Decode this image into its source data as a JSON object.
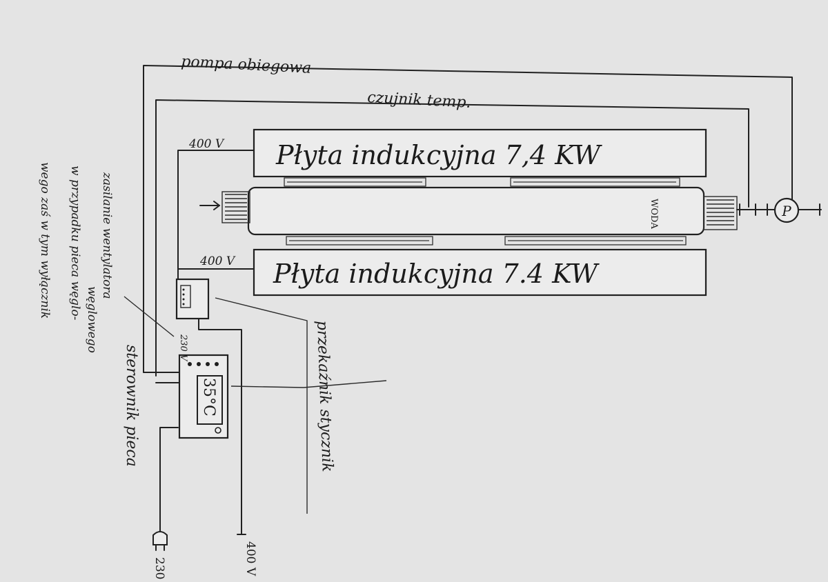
{
  "labels": {
    "pump_line": "pompa obiegowa",
    "temp_sensor": "czujnik temp.",
    "plate_top": "Płyta indukcyjna 7,4 KW",
    "plate_bottom": "Płyta indukcyjna 7.4 KW",
    "water": "WODA",
    "pump_symbol": "P",
    "voltage_top": "400 V",
    "voltage_bottom": "400 V",
    "display": "35°C",
    "controller_input": "230 V",
    "controller": "sterownik pieca",
    "relay": "przekaźnik stycznik",
    "plug": "230",
    "supply_400": "400 V",
    "note_line1": "zasilanie wentylatora",
    "note_line2": "w przypadku pieca węglo-",
    "note_line3": "wego zaś w tym wyłącznik",
    "note_end": "węglowego"
  },
  "colors": {
    "paper": "#e4e4e4",
    "ink": "#1b1b1b"
  }
}
